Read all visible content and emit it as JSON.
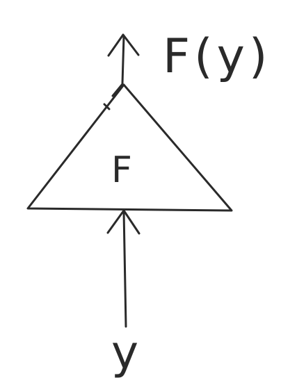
{
  "diagram": {
    "output_label": "F(y)",
    "node_label": "F",
    "input_label": "y"
  }
}
